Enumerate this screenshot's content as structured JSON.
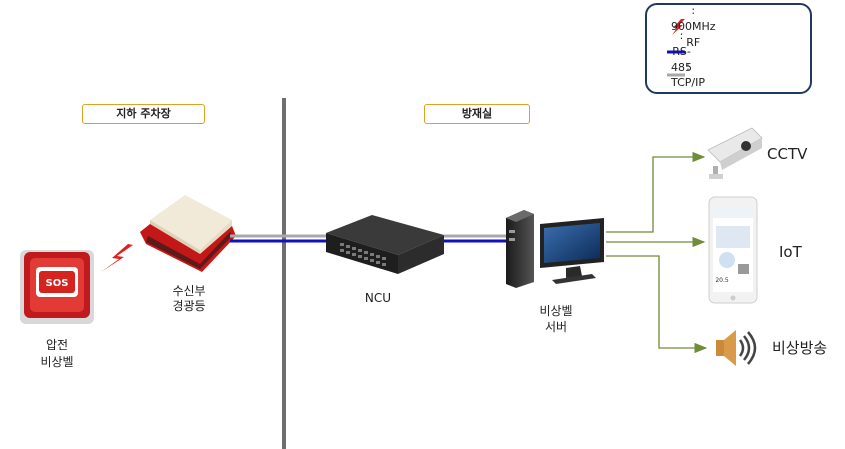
{
  "legend": {
    "rf_label": "900MHz RF",
    "rs485_label": "RS-485",
    "tcpip_label": "TCP/IP",
    "rf_color": "#e02020",
    "rs485_color": "#1010c0",
    "tcpip_color": "#a8a8a8"
  },
  "areas": {
    "parking": "지하 주차장",
    "control_room": "방재실"
  },
  "devices": {
    "sos_button_text": "SOS",
    "sos_caption_line1": "압전",
    "sos_caption_line2": "비상벨",
    "receiver_line1": "수신부",
    "receiver_line2": "경광등",
    "ncu": "NCU",
    "server_line1": "비상벨",
    "server_line2": "서버"
  },
  "outputs": {
    "cctv": "CCTV",
    "iot": "IoT",
    "broadcast": "비상방송",
    "app_value": "20.5"
  },
  "colors": {
    "arrow": "#6e8c3a",
    "divider": "#6e6e6e",
    "legend_border": "#1f3864",
    "label_border": "#e0a020"
  }
}
